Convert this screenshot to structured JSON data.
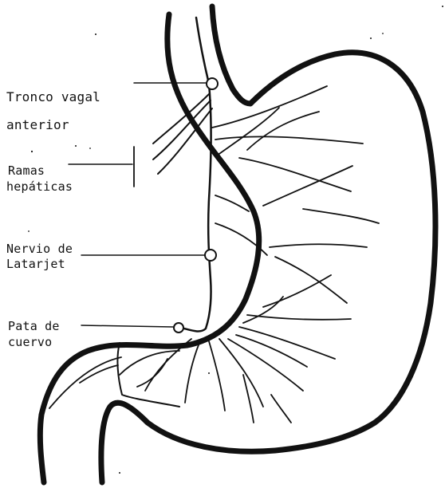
{
  "diagram": {
    "labels": {
      "tronco_vagal_line1": "Tronco vagal",
      "tronco_vagal_line2": "anterior",
      "ramas_line1": "Ramas",
      "ramas_line2": "hepáticas",
      "nervio_line1": "Nervio de",
      "nervio_line2": "Latarjet",
      "pata_line1": "Pata de",
      "pata_line2": "cuervo"
    },
    "colors": {
      "ink": "#111111",
      "background": "#ffffff"
    }
  }
}
